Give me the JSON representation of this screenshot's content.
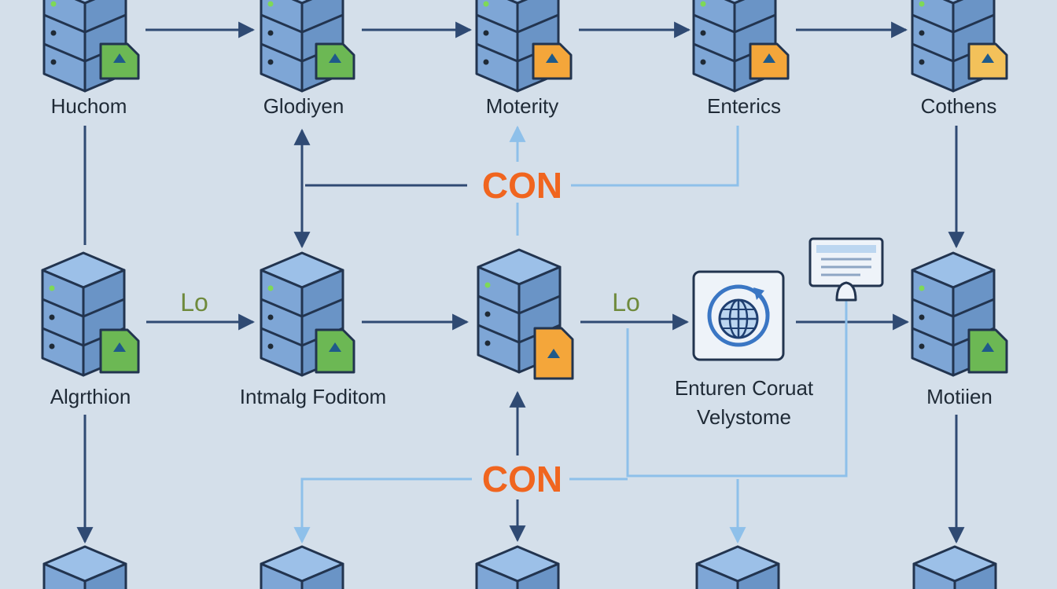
{
  "nodes": [
    {
      "id": "n1",
      "label": "Huchom",
      "kind": "server",
      "badge": "green"
    },
    {
      "id": "n2",
      "label": "Glodiyen",
      "kind": "server",
      "badge": "green"
    },
    {
      "id": "n3",
      "label": "Moterity",
      "kind": "server",
      "badge": "orange"
    },
    {
      "id": "n4",
      "label": "Enterics",
      "kind": "server",
      "badge": "orange"
    },
    {
      "id": "n5",
      "label": "Cothens",
      "kind": "server",
      "badge": "yellow"
    },
    {
      "id": "n6",
      "label": "Algrthion",
      "kind": "server",
      "badge": "green"
    },
    {
      "id": "n7",
      "label": "Intmalg Foditom",
      "kind": "server",
      "badge": "green"
    },
    {
      "id": "n8",
      "label": "",
      "kind": "server",
      "badge": "orange"
    },
    {
      "id": "n9",
      "label_line1": "Enturen Coruat",
      "label_line2": "Velystome",
      "kind": "globe"
    },
    {
      "id": "n10",
      "label": "Motiien",
      "kind": "server",
      "badge": "green"
    },
    {
      "id": "n11",
      "kind": "server-partial"
    },
    {
      "id": "n12",
      "kind": "server-partial"
    },
    {
      "id": "n13",
      "kind": "server-partial"
    },
    {
      "id": "n14",
      "kind": "server-partial"
    },
    {
      "id": "n15",
      "kind": "server-partial"
    }
  ],
  "hubs": [
    {
      "id": "hub-top",
      "label": "CON"
    },
    {
      "id": "hub-bottom",
      "label": "CON"
    }
  ],
  "edge_labels": [
    {
      "id": "lo-left",
      "label": "Lo"
    },
    {
      "id": "lo-right",
      "label": "Lo"
    }
  ],
  "colors": {
    "background": "#d4dfea",
    "server_face": "#7ea6d6",
    "server_stroke": "#22344f",
    "badge_green": "#6cb854",
    "badge_orange": "#f4a63a",
    "badge_yellow": "#f3c15a",
    "arrow_dark": "#2f4a73",
    "arrow_light": "#8ec0ea",
    "hub_text": "#f0651f",
    "edge_text": "#6f8a3c"
  },
  "icons": {
    "server": "server-stack-icon",
    "file": "file-badge-icon",
    "globe": "globe-sync-icon",
    "monitor": "monitor-card-icon"
  }
}
